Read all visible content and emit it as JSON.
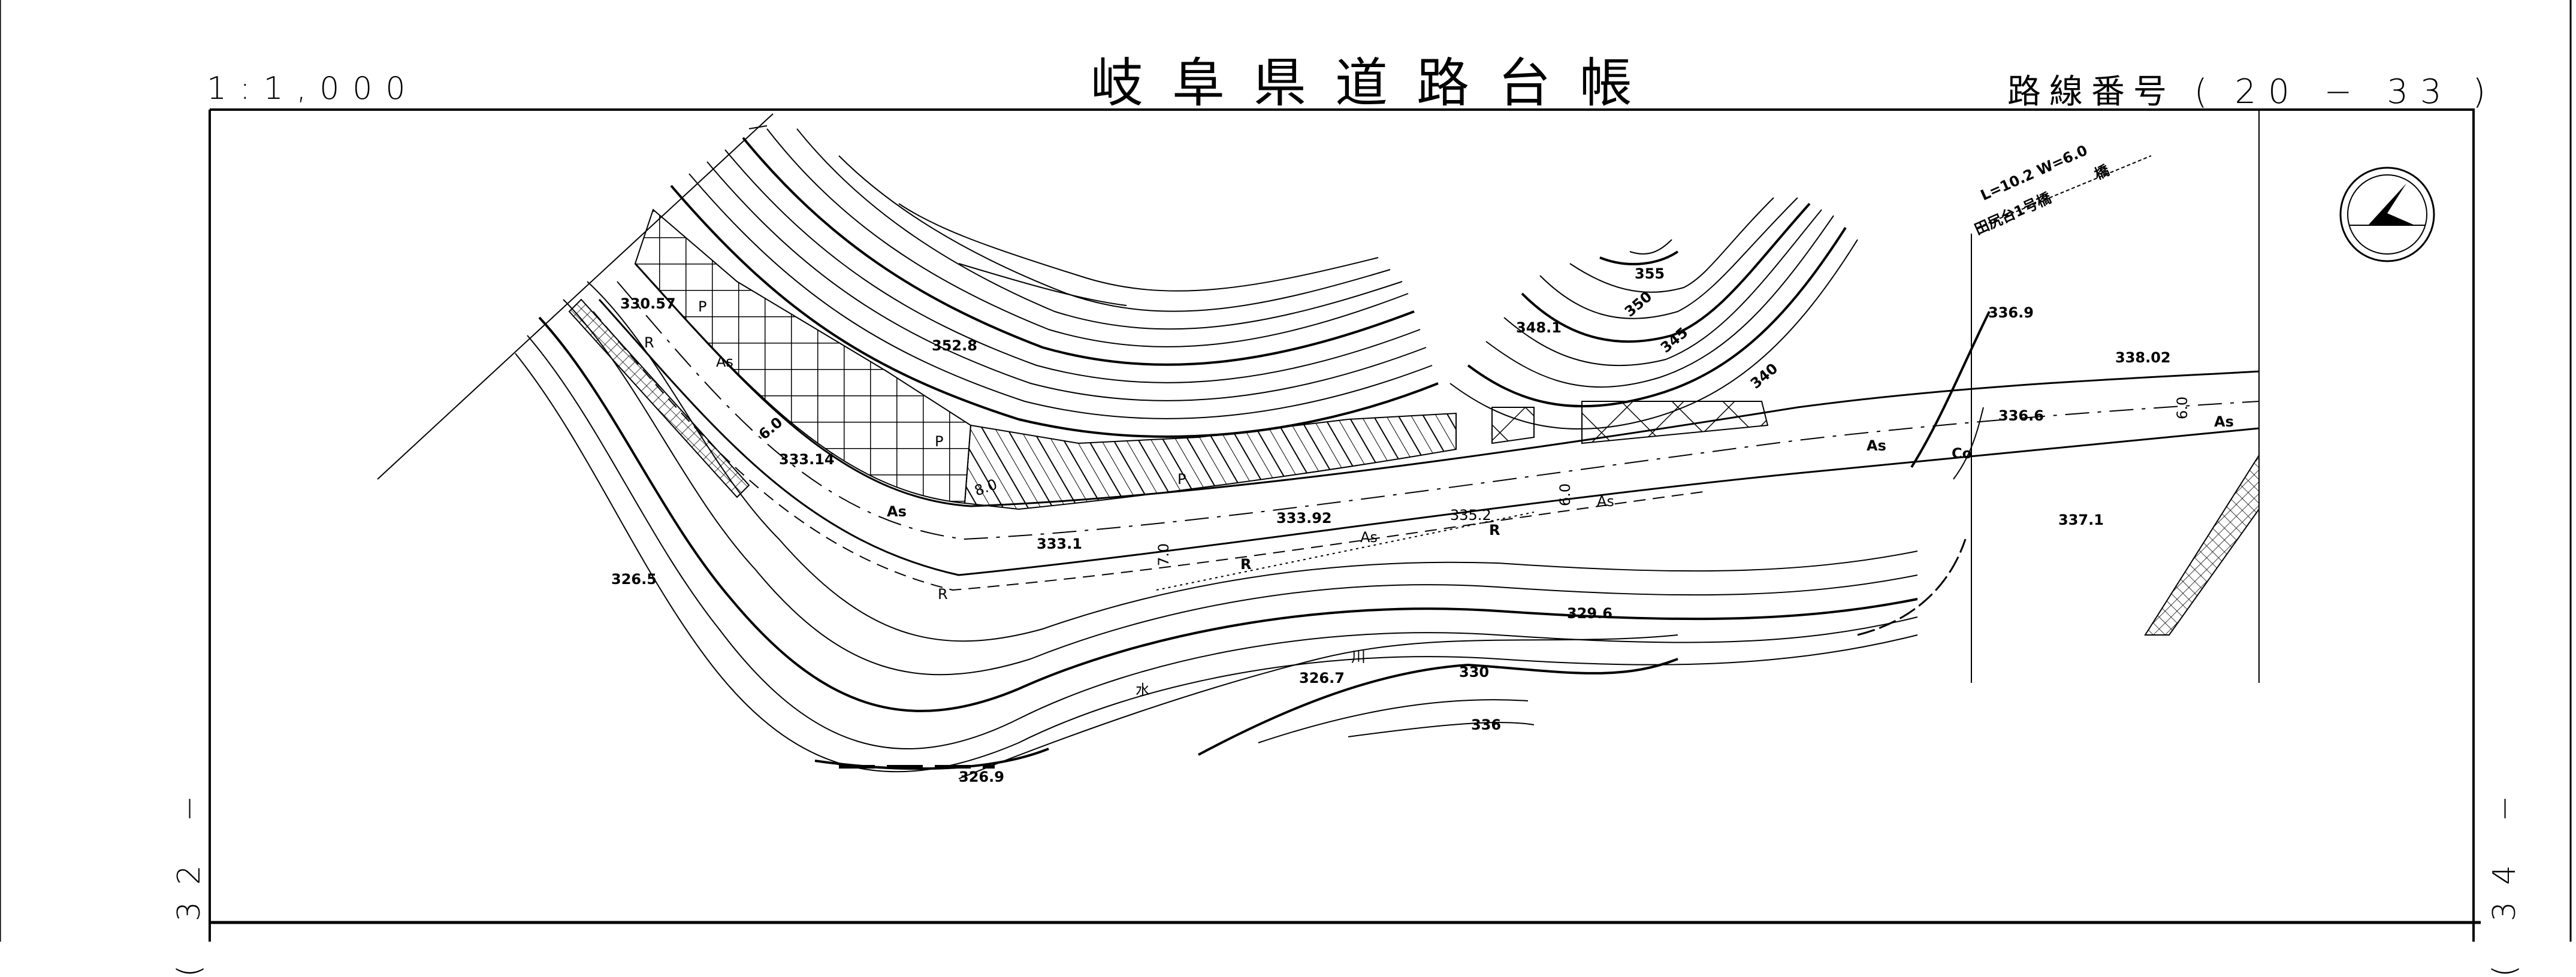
{
  "header": {
    "scale": "1:1,000",
    "title": "岐阜県道路台帳",
    "route_label": "路線番号",
    "route_open": "(",
    "route_number": "20 − 33",
    "route_close": ")"
  },
  "adjacent_sheets": {
    "left": "( 32 −",
    "right": "( 34 −"
  },
  "map": {
    "north_arrow": "north-arrow-icon",
    "bridge": {
      "dimensions": "L=10.2  W=6.0",
      "name": "田尻台1号橋",
      "label": "橋"
    },
    "elevation_labels": [
      "330.57",
      "352.8",
      "348.1",
      "355",
      "350",
      "345",
      "340",
      "336.9",
      "338.02",
      "336.6",
      "337.1",
      "333.14",
      "333.1",
      "333.92",
      "335.2",
      "329.6",
      "326.7",
      "330",
      "336",
      "326.5",
      "326.9"
    ],
    "width_labels": [
      "6.0",
      "8.0",
      "7.0",
      "6.0",
      "6.0"
    ],
    "surface_labels": [
      "As",
      "As",
      "As",
      "As",
      "As",
      "Co"
    ],
    "other_labels": [
      "R",
      "R",
      "R",
      "R",
      "P",
      "P",
      "P",
      "水",
      "川"
    ]
  }
}
